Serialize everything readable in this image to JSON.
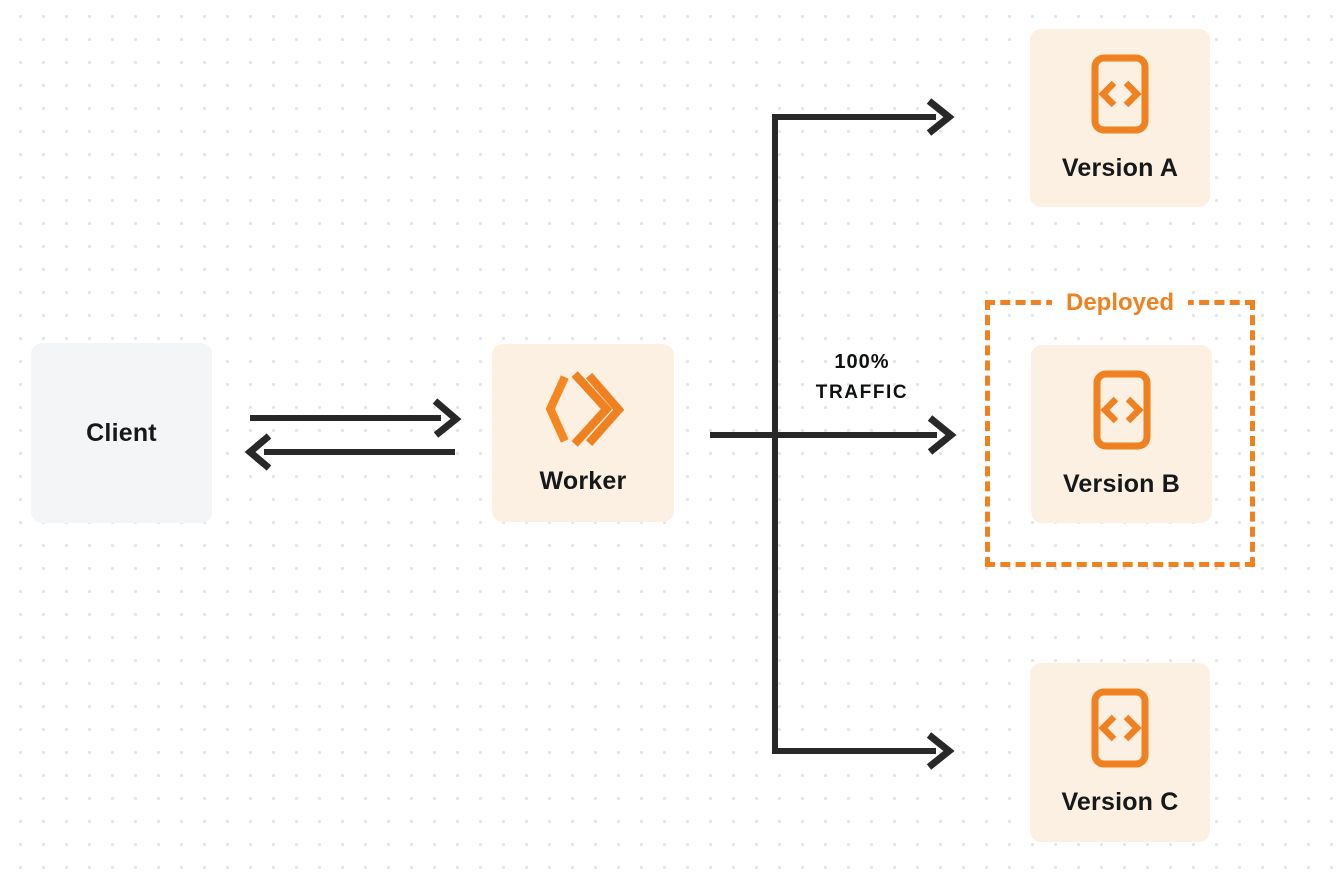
{
  "colors": {
    "accent_orange": "#F08121",
    "node_background_cream": "#FBF0E1",
    "client_background_gray": "#F4F5F7",
    "arrow_dark": "#282828",
    "label_dark": "#17181A",
    "page_background": "#FFFFFF",
    "dot_grid": "#E4E4E7"
  },
  "nodes": {
    "client": {
      "label": "Client"
    },
    "worker": {
      "label": "Worker",
      "icon": "cloudflare-workers-icon"
    },
    "version_a": {
      "label": "Version A",
      "icon": "code-version-icon"
    },
    "version_b": {
      "label": "Version B",
      "icon": "code-version-icon"
    },
    "version_c": {
      "label": "Version C",
      "icon": "code-version-icon"
    }
  },
  "annotations": {
    "deployed_label": "Deployed",
    "traffic_label_line1": "100%",
    "traffic_label_line2": "TRAFFIC"
  }
}
